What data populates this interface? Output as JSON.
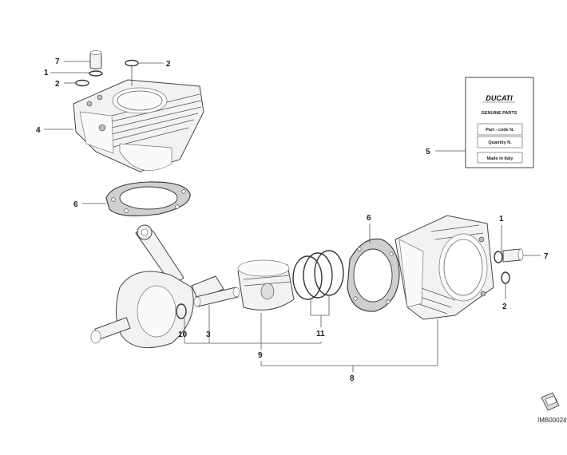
{
  "callouts": {
    "c1_top": "1",
    "c2_top_right": "2",
    "c2_top_left": "2",
    "c7_top": "7",
    "c4": "4",
    "c6_left": "6",
    "c5": "5",
    "c6_right": "6",
    "c1_right": "1",
    "c7_right": "7",
    "c2_right": "2",
    "c10": "10",
    "c3": "3",
    "c9": "9",
    "c11": "11",
    "c8": "8"
  },
  "parts_card": {
    "brand": "DUCATI",
    "title": "GENUINE PARTS",
    "row1": "Part - code N.",
    "row2": "Quantity N.",
    "row3": "Made in Italy"
  },
  "drawing_code": "IMB00024"
}
